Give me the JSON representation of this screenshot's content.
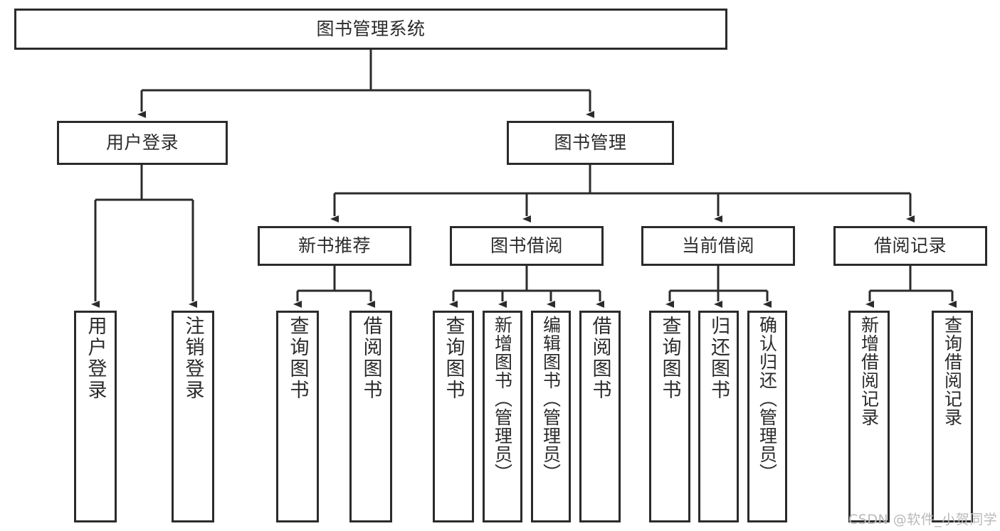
{
  "diagram": {
    "title": "图书管理系统",
    "type": "tree-hierarchy-chart",
    "root": {
      "id": "root",
      "label": "图书管理系统",
      "orientation": "horizontal"
    },
    "level2": [
      {
        "id": "user-login",
        "label": "用户登录",
        "orientation": "horizontal"
      },
      {
        "id": "book-management",
        "label": "图书管理",
        "orientation": "horizontal"
      }
    ],
    "level3": [
      {
        "id": "new-book-recommend",
        "label": "新书推荐",
        "orientation": "horizontal",
        "parent": "book-management"
      },
      {
        "id": "book-borrow",
        "label": "图书借阅",
        "orientation": "horizontal",
        "parent": "book-management"
      },
      {
        "id": "current-borrow",
        "label": "当前借阅",
        "orientation": "horizontal",
        "parent": "book-management"
      },
      {
        "id": "borrow-record",
        "label": "借阅记录",
        "orientation": "horizontal",
        "parent": "book-management"
      }
    ],
    "leaves": [
      {
        "id": "leaf-user-login",
        "label": "用户登录",
        "parent": "user-login",
        "orientation": "vertical"
      },
      {
        "id": "leaf-logout-login",
        "label": "注销登录",
        "parent": "user-login",
        "orientation": "vertical"
      },
      {
        "id": "leaf-query-book-1",
        "label": "查询图书",
        "parent": "new-book-recommend",
        "orientation": "vertical"
      },
      {
        "id": "leaf-borrow-book-1",
        "label": "借阅图书",
        "parent": "new-book-recommend",
        "orientation": "vertical"
      },
      {
        "id": "leaf-query-book-2",
        "label": "查询图书",
        "parent": "book-borrow",
        "orientation": "vertical"
      },
      {
        "id": "leaf-add-book",
        "label": "新增图书（管理员）",
        "parent": "book-borrow",
        "orientation": "vertical"
      },
      {
        "id": "leaf-edit-book",
        "label": "编辑图书（管理员）",
        "parent": "book-borrow",
        "orientation": "vertical"
      },
      {
        "id": "leaf-borrow-book-2",
        "label": "借阅图书",
        "parent": "book-borrow",
        "orientation": "vertical"
      },
      {
        "id": "leaf-query-book-3",
        "label": "查询图书",
        "parent": "current-borrow",
        "orientation": "vertical"
      },
      {
        "id": "leaf-return-book",
        "label": "归还图书",
        "parent": "current-borrow",
        "orientation": "vertical"
      },
      {
        "id": "leaf-confirm-return",
        "label": "确认归还（管理员）",
        "parent": "current-borrow",
        "orientation": "vertical"
      },
      {
        "id": "leaf-add-record",
        "label": "新增借阅记录",
        "parent": "borrow-record",
        "orientation": "vertical"
      },
      {
        "id": "leaf-query-record",
        "label": "查询借阅记录",
        "parent": "borrow-record",
        "orientation": "vertical"
      }
    ],
    "colors": {
      "stroke": "#2b2b2b",
      "fill": "#ffffff",
      "text": "#2b2b2b",
      "watermark": "#b9b9b9"
    }
  },
  "watermark": {
    "text": "CSDN @软件_小贺同学"
  }
}
